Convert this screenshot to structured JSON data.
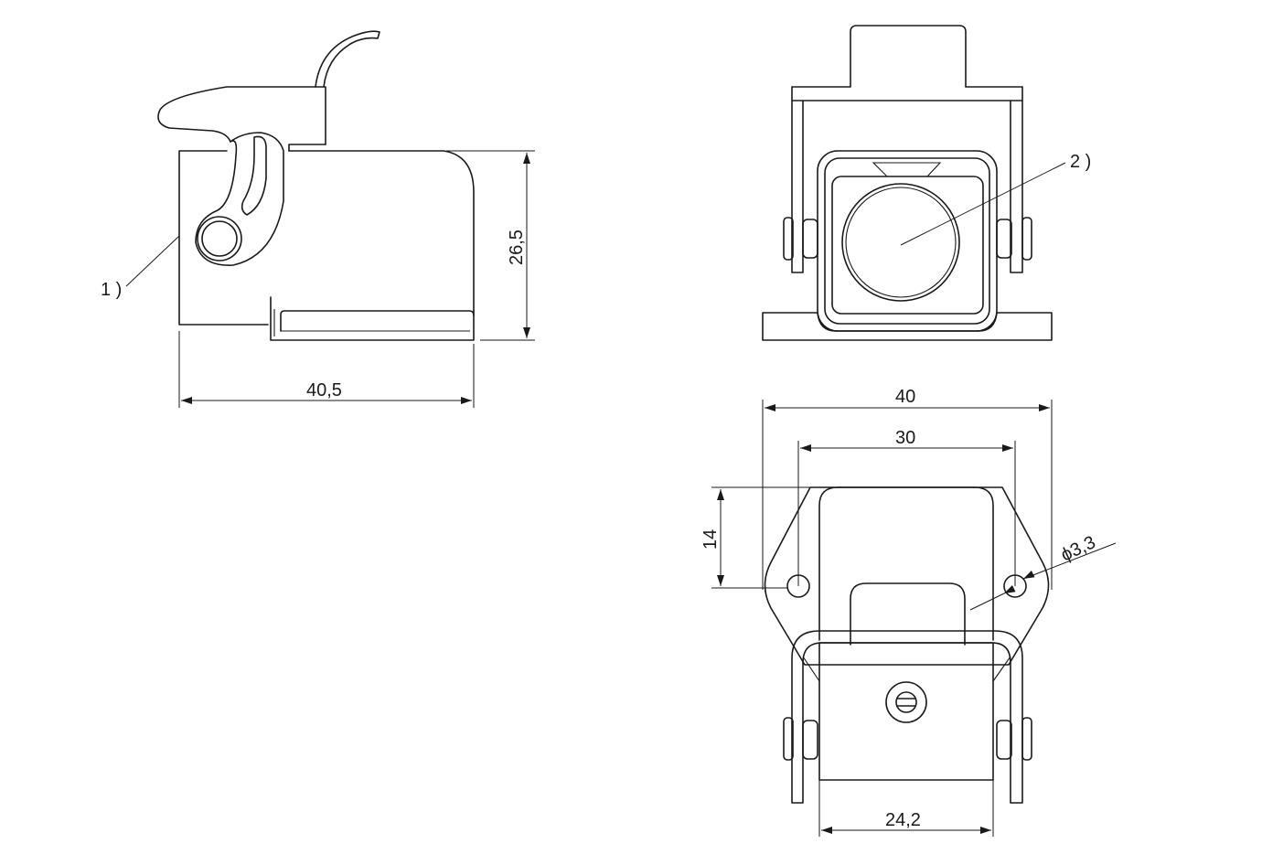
{
  "dimensions": {
    "side_length": "40,5",
    "side_height": "26,5",
    "top_width_outer": "40",
    "top_hole_spacing": "30",
    "top_depth": "14",
    "hole_diameter": "ϕ3,3",
    "bottom_width": "24,2"
  },
  "callouts": {
    "note_1": "1 )",
    "note_2": "2 )"
  },
  "colors": {
    "line": "#1a1a1a",
    "background": "#ffffff"
  }
}
